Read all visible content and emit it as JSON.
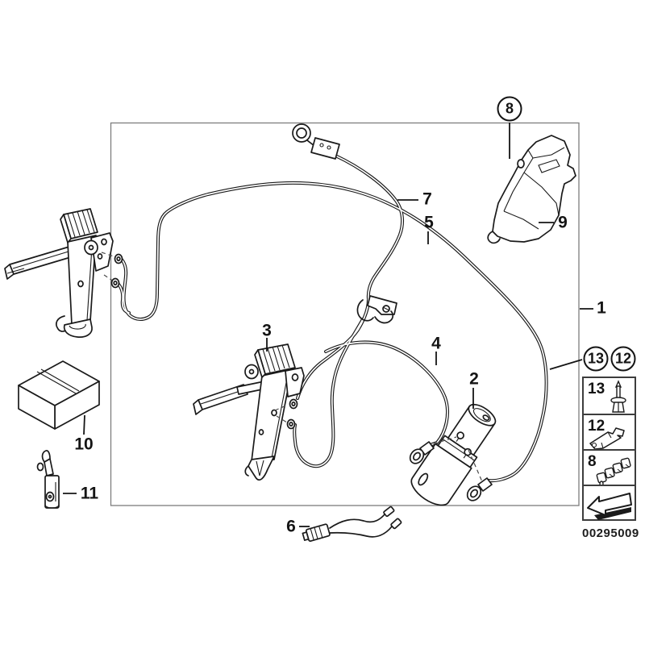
{
  "diagram": {
    "title": "hydraulic-parts-exploded-diagram",
    "part_number": "00295009",
    "colors": {
      "background": "#ffffff",
      "line": "#1a1a1a",
      "frame": "#7d7d7d",
      "legend_border": "#3d3d3d"
    },
    "callouts": {
      "n1": "1",
      "n2": "2",
      "n3": "3",
      "n4": "4",
      "n5": "5",
      "n6": "6",
      "n7": "7",
      "n8": "8",
      "n9": "9",
      "n10": "10",
      "n11": "11",
      "n12": "12",
      "n13": "13"
    },
    "legend": {
      "rows": [
        {
          "label": "13",
          "icon": "expanding-rivet-icon"
        },
        {
          "label": "12",
          "icon": "cable-clip-icon"
        },
        {
          "label": "8",
          "icon": "clamp-set-icon"
        }
      ],
      "arrow_icon": "direction-arrow-icon"
    }
  }
}
